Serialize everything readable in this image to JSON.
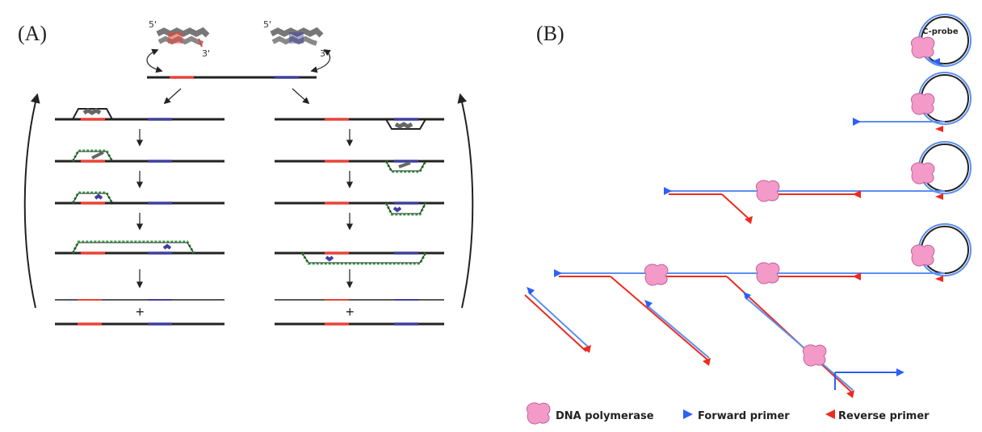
{
  "panel_a": {
    "label": "(A)",
    "five_prime_left": "5'",
    "three_prime_left": "3'",
    "five_prime_right": "5'",
    "three_prime_right": "3'",
    "plus_left": "+",
    "plus_right": "+"
  },
  "panel_b": {
    "label": "(B)",
    "probe_label": "C-probe",
    "legend": {
      "polymerase": "DNA polymerase",
      "forward": "Forward primer",
      "reverse": "Reverse primer"
    }
  },
  "colors": {
    "dna_strand": "#222222",
    "red_segment": "#e8443a",
    "blue_segment": "#3f3f9e",
    "forward_primer": "#2c5ff5",
    "reverse_primer": "#ee2a1f",
    "polymerase": "#f49ac9",
    "nascent_strand_dots": "#3aa847",
    "probe_ring_blue": "#5b8ff0"
  }
}
